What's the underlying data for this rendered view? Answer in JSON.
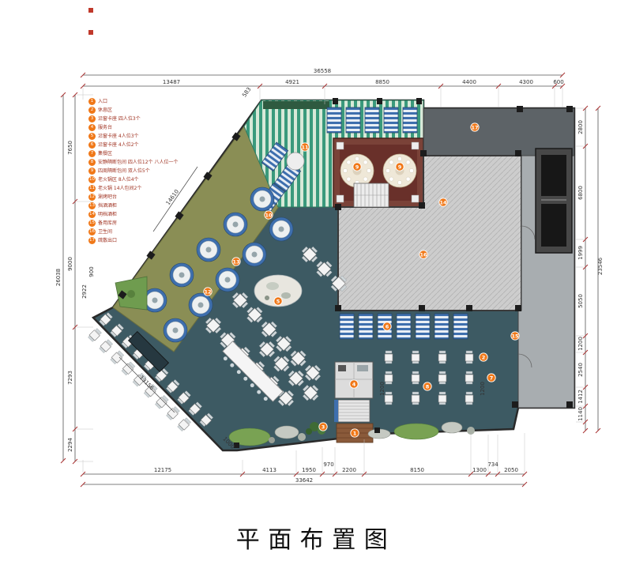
{
  "title": "平面布置图",
  "colors": {
    "marker_orange": "#f07818",
    "legend_text_red": "#a03322",
    "main_teal": "#3d5a63",
    "olive_zone": "#8a8e55",
    "vip_brown": "#7a4238",
    "booth_blue": "#3e6fae",
    "stripe_green": "#3a9a7c"
  },
  "legend": {
    "items": [
      {
        "num": "1",
        "label": "入口"
      },
      {
        "num": "2",
        "label": "休息区"
      },
      {
        "num": "3",
        "label": "沿窗卡座 四人位3个"
      },
      {
        "num": "4",
        "label": "服务台"
      },
      {
        "num": "5",
        "label": "沿窗卡座 4人位3个"
      },
      {
        "num": "6",
        "label": "沿窗卡座 4人位2个"
      },
      {
        "num": "7",
        "label": "集餐区"
      },
      {
        "num": "8",
        "label": "安静隔断包间 四人位12个 八人位一个"
      },
      {
        "num": "9",
        "label": "四周隔断包间 双人位5个"
      },
      {
        "num": "10",
        "label": "老火锅区 8人位4个"
      },
      {
        "num": "11",
        "label": "老火锅 14人包间2个"
      },
      {
        "num": "12",
        "label": "涮烤吧台"
      },
      {
        "num": "13",
        "label": "挡酒酒柜"
      },
      {
        "num": "14",
        "label": "明档酒柜"
      },
      {
        "num": "15",
        "label": "备用库房"
      },
      {
        "num": "16",
        "label": "卫生间"
      },
      {
        "num": "17",
        "label": "疏散出口"
      }
    ]
  },
  "dims": {
    "t_all": "36558",
    "t": [
      "13487",
      "4921",
      "8850",
      "4400",
      "4300",
      "600"
    ],
    "b": [
      "12175",
      "4113",
      "1950",
      "970",
      "2200",
      "8150",
      "1300",
      "734",
      "2050"
    ],
    "b_all": "33642",
    "l_all": "26038",
    "l": [
      "7650",
      "9000",
      "7293",
      "2294"
    ],
    "l_in": [
      "2922",
      "900"
    ],
    "r_all": "23546",
    "r": [
      "2800",
      "6800",
      "1999",
      "5050",
      "1200",
      "2540",
      "1412",
      "1140"
    ],
    "d": [
      "583",
      "14610",
      "13156",
      "1000"
    ],
    "i": [
      "1200",
      "1200"
    ]
  },
  "markers": [
    "11",
    "9",
    "9",
    "17",
    "14",
    "16",
    "10",
    "13",
    "12",
    "5",
    "6",
    "15",
    "7",
    "2",
    "8",
    "4",
    "1",
    "3"
  ]
}
